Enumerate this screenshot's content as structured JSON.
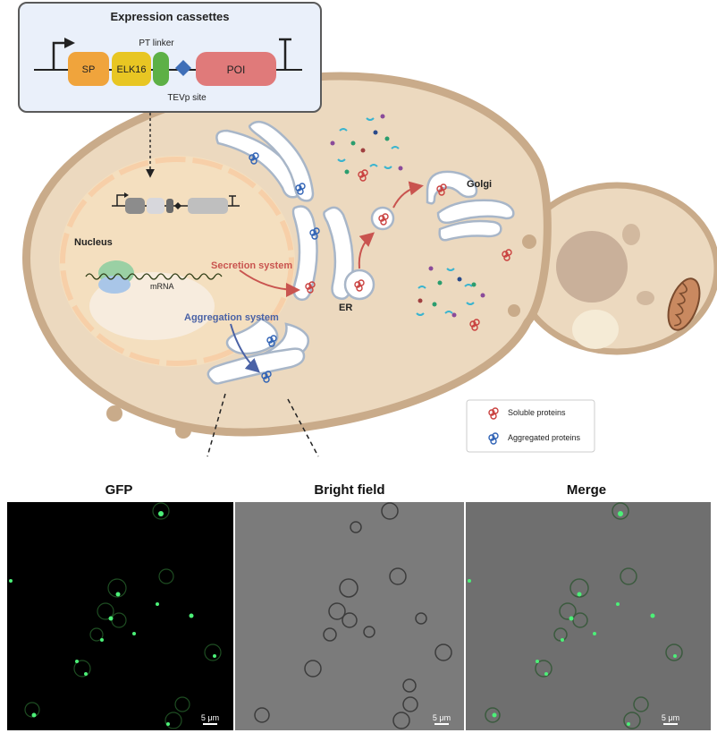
{
  "cassette": {
    "title": "Expression cassettes",
    "pt_linker": "PT linker",
    "sp": "SP",
    "elk16": "ELK16",
    "poi": "POI",
    "tevp_site": "TEVp site"
  },
  "labels": {
    "nucleus": "Nucleus",
    "mrna": "mRNA",
    "secretion_system": "Secretion system",
    "aggregation_system": "Aggregation system",
    "er": "ER",
    "golgi": "Golgi"
  },
  "legend": {
    "soluble": "Soluble proteins",
    "aggregated": "Aggregated proteins"
  },
  "panels": {
    "gfp": "GFP",
    "bright_field": "Bright field",
    "merge": "Merge",
    "scale_label": "5 μm"
  },
  "colors": {
    "cell_fill": "#ecd9bf",
    "cell_border": "#c9ab8a",
    "sp": "#f0a43c",
    "elk16": "#e8c623",
    "pt_linker": "#5db046",
    "tevp": "#3f6fb8",
    "poi": "#e07a7a",
    "secretion_arrow": "#c9544f",
    "aggregation_arrow": "#4a62a6"
  }
}
